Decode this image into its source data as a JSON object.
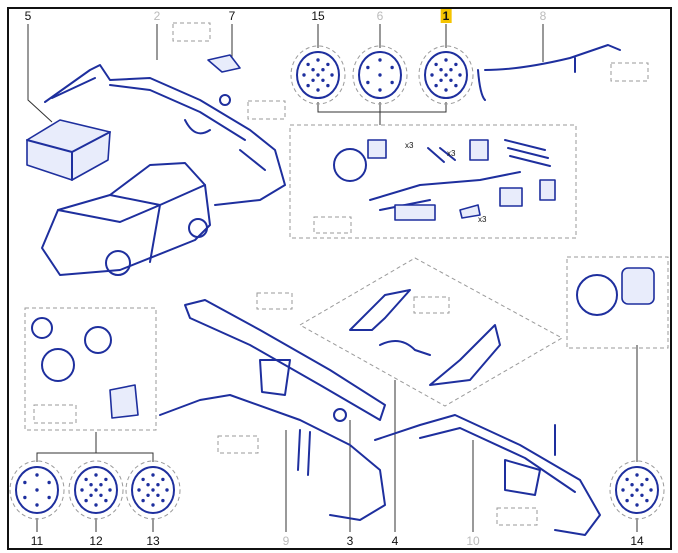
{
  "diagram": {
    "accent_color": "#1e2f9e",
    "highlight_color": "#f5c400",
    "callouts": [
      {
        "id": "5",
        "label": "5",
        "state": "normal"
      },
      {
        "id": "2",
        "label": "2",
        "state": "disabled"
      },
      {
        "id": "7",
        "label": "7",
        "state": "normal"
      },
      {
        "id": "15",
        "label": "15",
        "state": "normal"
      },
      {
        "id": "6",
        "label": "6",
        "state": "disabled"
      },
      {
        "id": "1",
        "label": "1",
        "state": "selected"
      },
      {
        "id": "8",
        "label": "8",
        "state": "disabled"
      },
      {
        "id": "11",
        "label": "11",
        "state": "normal"
      },
      {
        "id": "12",
        "label": "12",
        "state": "normal"
      },
      {
        "id": "13",
        "label": "13",
        "state": "normal"
      },
      {
        "id": "9",
        "label": "9",
        "state": "disabled"
      },
      {
        "id": "3",
        "label": "3",
        "state": "normal"
      },
      {
        "id": "4",
        "label": "4",
        "state": "normal"
      },
      {
        "id": "10",
        "label": "10",
        "state": "disabled"
      },
      {
        "id": "14",
        "label": "14",
        "state": "normal"
      }
    ],
    "connectors": [
      {
        "callout": "15",
        "pins": 13
      },
      {
        "callout": "6",
        "pins": 7
      },
      {
        "callout": "1",
        "pins": 13
      },
      {
        "callout": "11",
        "pins": 7
      },
      {
        "callout": "12",
        "pins": 13
      },
      {
        "callout": "13",
        "pins": 13
      },
      {
        "callout": "14",
        "pins": 13
      }
    ],
    "kit_labels": {
      "x3": "x3"
    }
  }
}
